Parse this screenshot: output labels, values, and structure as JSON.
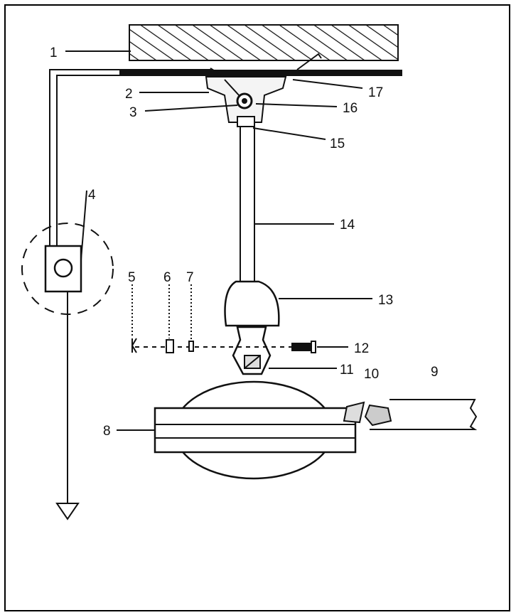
{
  "diagram": {
    "callouts": [
      {
        "id": "1",
        "text": "1"
      },
      {
        "id": "2",
        "text": "2"
      },
      {
        "id": "3",
        "text": "3"
      },
      {
        "id": "4",
        "text": "4"
      },
      {
        "id": "5",
        "text": "5"
      },
      {
        "id": "6",
        "text": "6"
      },
      {
        "id": "7",
        "text": "7"
      },
      {
        "id": "8",
        "text": "8"
      },
      {
        "id": "9",
        "text": "9"
      },
      {
        "id": "10",
        "text": "10"
      },
      {
        "id": "11",
        "text": "11"
      },
      {
        "id": "12",
        "text": "12"
      },
      {
        "id": "13",
        "text": "13"
      },
      {
        "id": "14",
        "text": "14"
      },
      {
        "id": "15",
        "text": "15"
      },
      {
        "id": "16",
        "text": "16"
      },
      {
        "id": "17",
        "text": "17"
      }
    ],
    "colors": {
      "ink": "#111111",
      "paper": "#ffffff"
    }
  }
}
